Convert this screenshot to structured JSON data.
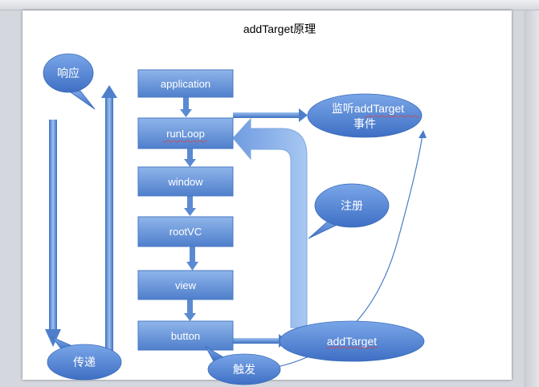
{
  "title": "addTarget原理",
  "colors": {
    "box_top": "#8fb5ea",
    "box_bottom": "#4f7fcc",
    "box_text": "#ffffff",
    "arrow": "#5b8ad3",
    "ellipse": "#5b8ed8",
    "line": "#4a7cc8",
    "squiggle": "#e04040"
  },
  "boxes": [
    {
      "id": "application",
      "label": "application"
    },
    {
      "id": "runloop",
      "label": "runLoop"
    },
    {
      "id": "window",
      "label": "window"
    },
    {
      "id": "rootvc",
      "label": "rootVC"
    },
    {
      "id": "view",
      "label": "view"
    },
    {
      "id": "button",
      "label": "button"
    }
  ],
  "callouts": {
    "response": "响应",
    "deliver": "传递",
    "listen_line1": "监听addTarget",
    "listen_line2": "事件",
    "register": "注册",
    "addtarget": "addTarget",
    "trigger": "触发"
  }
}
